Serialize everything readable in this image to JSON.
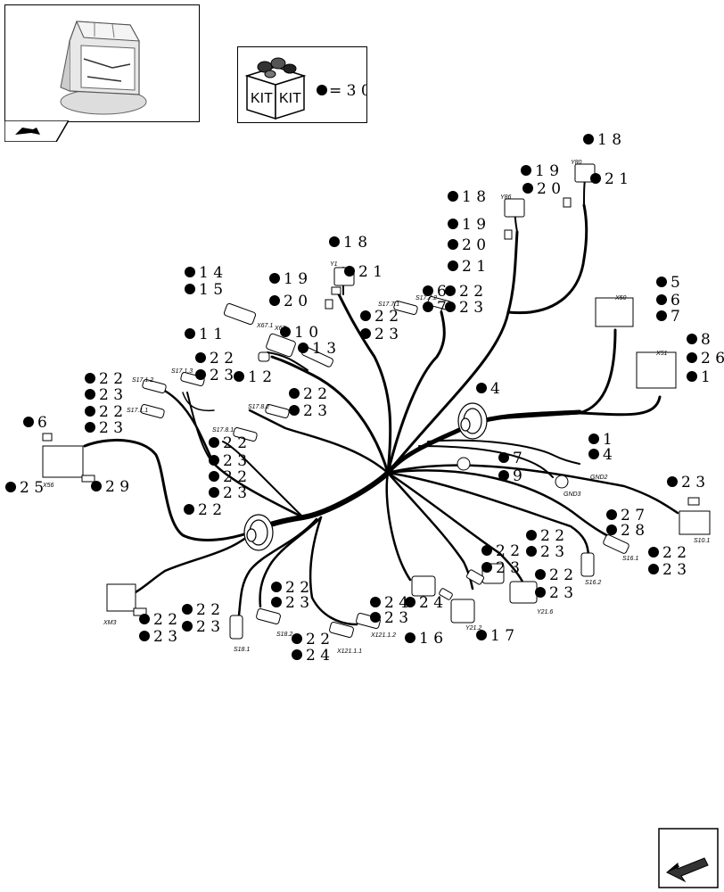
{
  "kit": {
    "label_left": "KIT",
    "label_right": "KIT",
    "ref": "= 3 0"
  },
  "callouts": [
    "1 8",
    "1 9",
    "2 0",
    "2 1",
    "1 8",
    "1 9",
    "2 0",
    "2 1",
    "1 8",
    "1 9",
    "2 0",
    "2 1",
    "1 4",
    "1 5",
    "1 1",
    "1 0",
    "1 3",
    "1 2",
    "2 2",
    "2 3",
    "2 2",
    "2 3",
    "2 2",
    "2 3",
    "2 2",
    "2 3",
    "2 2",
    "2 3",
    "2 2",
    "2 3",
    "2 2",
    "2 3",
    "2 2",
    "2 3",
    "6",
    "7",
    "5",
    "6",
    "7",
    "8",
    "2 6",
    "1",
    "4",
    "1",
    "4",
    "7",
    "9",
    "6",
    "2 5",
    "2 9",
    "2 2",
    "2 3",
    "2 7",
    "2 8",
    "2 2",
    "2 3",
    "2 2",
    "2 3",
    "2 2",
    "2 3",
    "2 2",
    "2 3",
    "2 4",
    "2 3",
    "2 4",
    "1 6",
    "1 7",
    "2 2",
    "2 3",
    "2 2",
    "2 3",
    "2 2",
    "2 3",
    "2 2",
    "2 4"
  ],
  "tags": [
    "Y1",
    "Y86",
    "Y80",
    "X67.1",
    "X67",
    "S17.7.1",
    "S17.7.2",
    "S17.1.2",
    "S17.1.3",
    "S17.1.1",
    "S17.8.1",
    "S17.8.2",
    "X50",
    "X51",
    "GND3",
    "GND2",
    "X56",
    "S10.1",
    "S16.1",
    "S16.2",
    "Y21.6",
    "Y21.2",
    "X121.1.2",
    "X121.1.1",
    "S18.2",
    "S18.1",
    "XM3"
  ]
}
